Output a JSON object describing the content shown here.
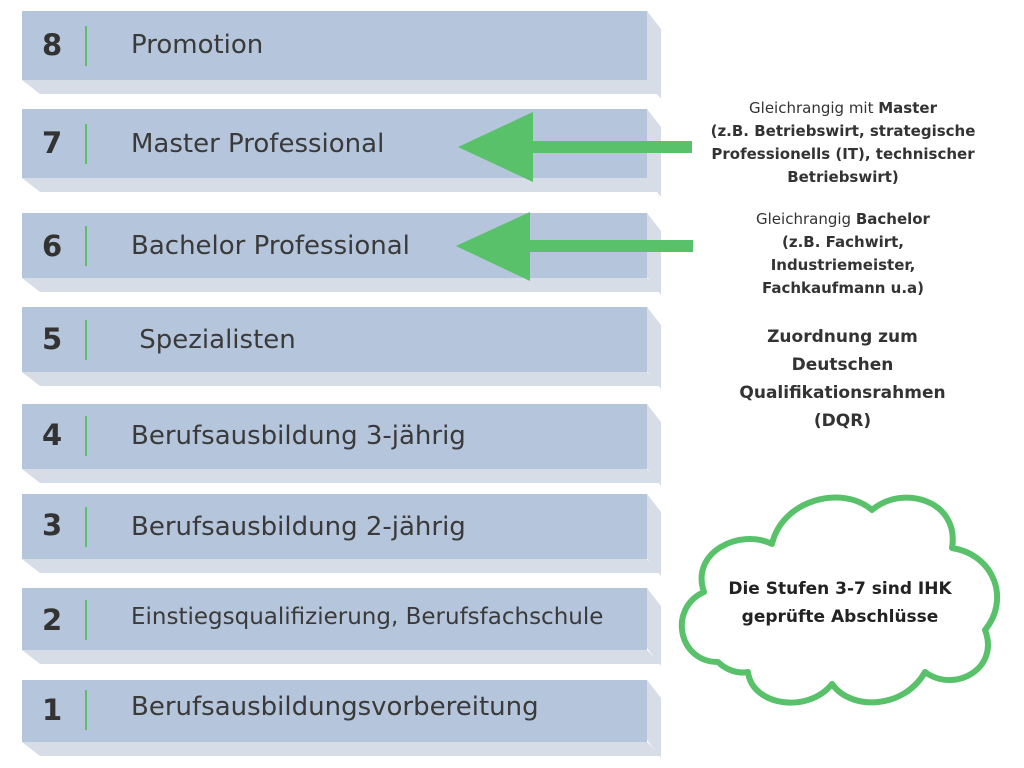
{
  "levels": [
    {
      "number": "8",
      "label": "Promotion"
    },
    {
      "number": "7",
      "label": "Master Professional"
    },
    {
      "number": "6",
      "label": "Bachelor Professional"
    },
    {
      "number": "5",
      "label": " Spezialisten"
    },
    {
      "number": "4",
      "label": "Berufsausbildung 3-jährig"
    },
    {
      "number": "3",
      "label": "Berufsausbildung 2-jährig"
    },
    {
      "number": "2",
      "label": "Einstiegsqualifizierung, Berufsfachschule"
    },
    {
      "number": "1",
      "label": "Berufsausbildungsvorbereitung"
    }
  ],
  "master_note": {
    "prefix": "Gleichrangig mit ",
    "bold": "Master",
    "details": "(z.B. Betriebswirt, strategische Professionells (IT), technischer Betriebswirt)"
  },
  "bachelor_note": {
    "prefix": "Gleichrangig ",
    "bold": "Bachelor",
    "details": "(z.B. Fachwirt, Industriemeister, Fachkaufmann u.a)"
  },
  "dqr_text": "Zuordnung zum Deutschen Qualifikationsrahmen (DQR)",
  "cloud_text": "Die Stufen 3-7 sind IHK geprüfte Abschlüsse",
  "colors": {
    "bar": "#b5c5db",
    "bar_shadow": "#d6dde7",
    "accent_green": "#58c16a",
    "text": "#333333"
  }
}
